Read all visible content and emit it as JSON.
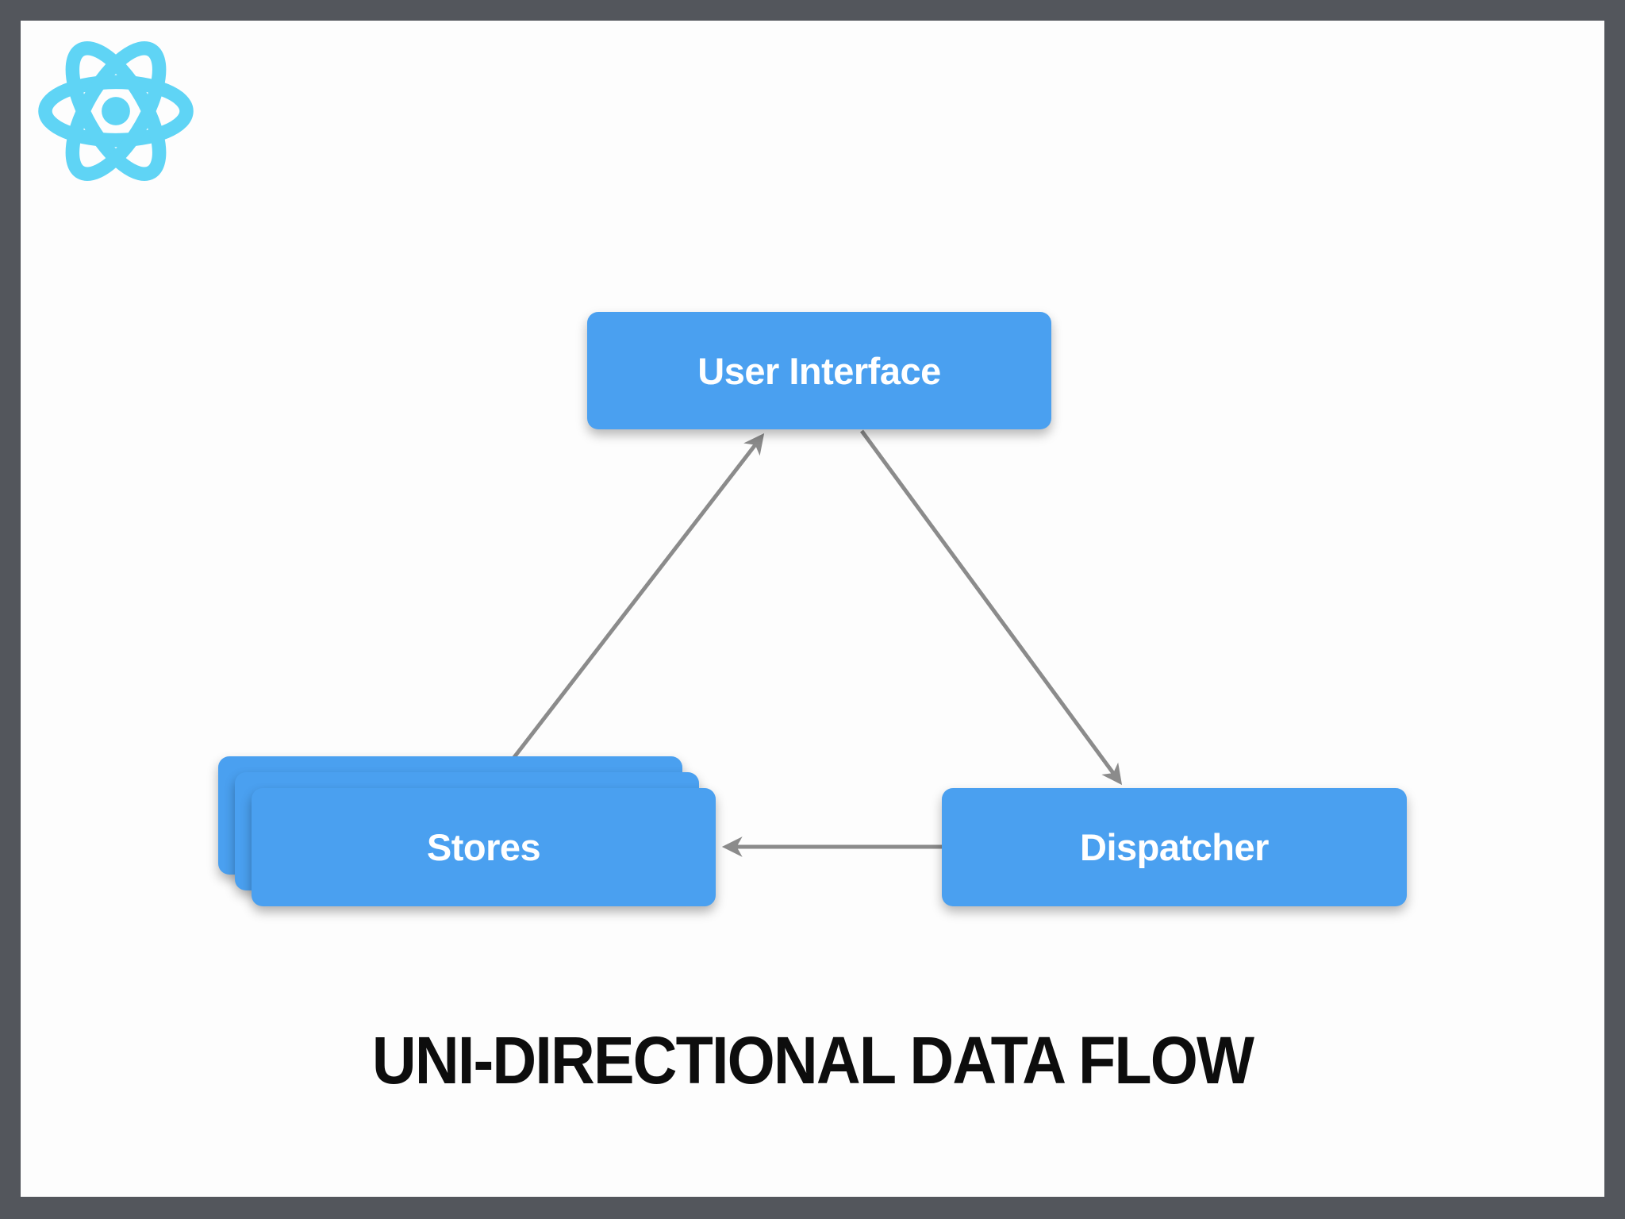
{
  "diagram": {
    "title": "UNI-DIRECTIONAL DATA FLOW",
    "nodes": {
      "user_interface": {
        "label": "User Interface"
      },
      "stores": {
        "label": "Stores",
        "stack_count": 3
      },
      "dispatcher": {
        "label": "Dispatcher"
      }
    },
    "edges": [
      {
        "from": "Stores",
        "to": "User Interface"
      },
      {
        "from": "User Interface",
        "to": "Dispatcher"
      },
      {
        "from": "Dispatcher",
        "to": "Stores"
      }
    ]
  },
  "logo": {
    "icon": "react-logo-icon",
    "color": "#5fd4f5"
  },
  "colors": {
    "node_fill": "#4aa0f0",
    "node_text": "#ffffff",
    "arrow": "#8b8b8b",
    "frame": "#53565c",
    "canvas_background": "#fdfdfd",
    "title_text": "#0d0d0d"
  }
}
